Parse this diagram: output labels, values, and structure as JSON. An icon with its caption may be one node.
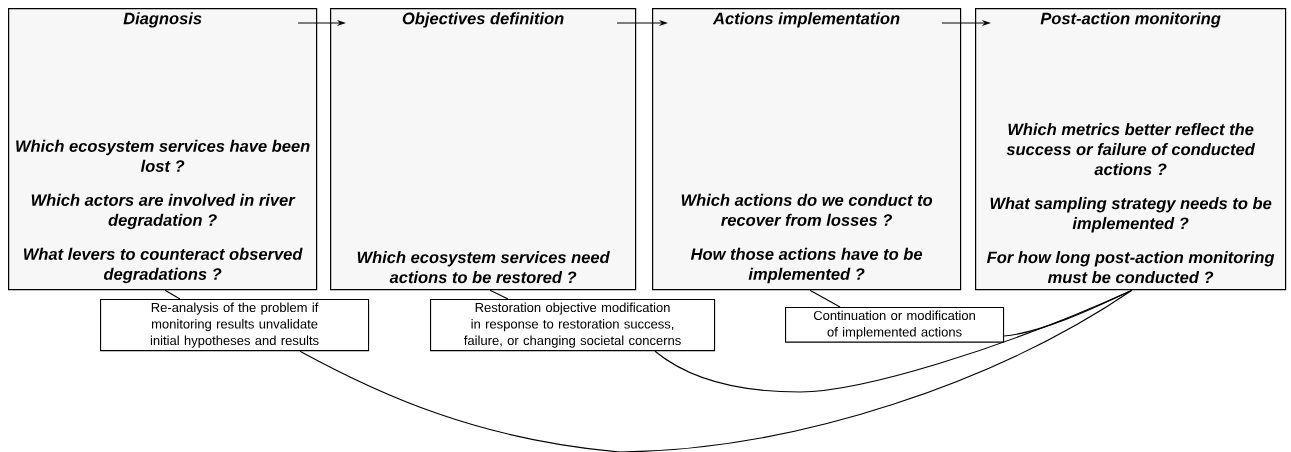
{
  "diagram": {
    "nodes": [
      {
        "text": [
          "Diagnosis",
          "Which ecosystem services have been lost ?",
          "Which actors are involved in river degradation ?",
          "What levers to counteract observed degradations ?"
        ]
      },
      {
        "text": [
          "Objectives definition",
          "Which ecosystem services need actions to be restored ?"
        ]
      },
      {
        "text": [
          "Actions implementation",
          "Which actions do we conduct to recover from losses ?",
          "How those actions have to be implemented ?"
        ]
      },
      {
        "text": [
          "Post-action monitoring",
          "Which metrics better reflect the success or failure of conducted actions ?",
          "What sampling strategy needs to be implemented ?",
          "For how long post-action monitoring must be conducted ?"
        ]
      },
      {
        "text": [
          "Re-analysis of the problem if monitoring results unvalidate initial hypotheses and results"
        ]
      },
      {
        "text": [
          "Restoration objective modification in response to restoration success, failure, or changing societal concerns"
        ]
      },
      {
        "text": [
          "Continuation or modification of implemented actions"
        ]
      }
    ],
    "edges": [
      {
        "from": 0,
        "to": 1,
        "arrow": "to"
      },
      {
        "from": 1,
        "to": 2,
        "arrow": "to"
      },
      {
        "from": 2,
        "to": 3,
        "arrow": "to"
      },
      {
        "from": 0,
        "to": 4,
        "arrow": "none"
      },
      {
        "from": 1,
        "to": 5,
        "arrow": "none"
      },
      {
        "from": 2,
        "to": 6,
        "arrow": "none"
      },
      {
        "from": 3,
        "to": 6,
        "arrow": "none"
      },
      {
        "from": 3,
        "to": 5,
        "arrow": "none"
      },
      {
        "from": 3,
        "to": 4,
        "arrow": "none"
      }
    ]
  }
}
